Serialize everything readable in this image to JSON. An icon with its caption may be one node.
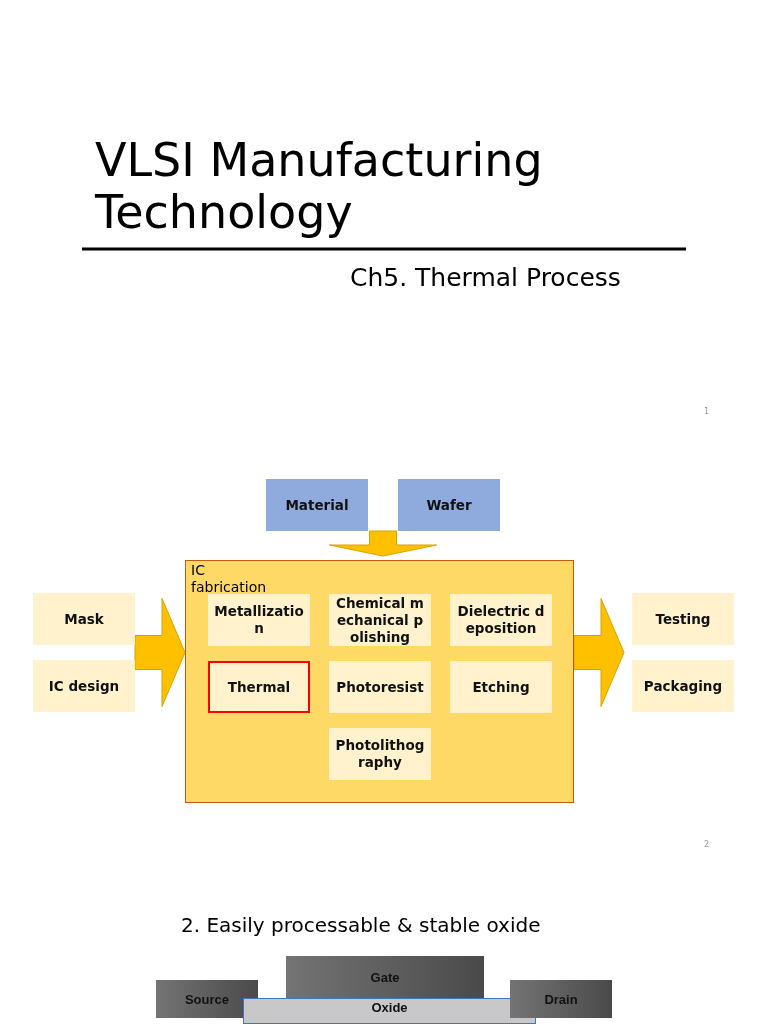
{
  "diagram": {
    "title": "VLSI Manufacturing Technology",
    "nodes": [
      {
        "text": [
          "Material"
        ]
      },
      {
        "text": [
          "Wafer"
        ]
      },
      {
        "text": [
          "IC fabrication"
        ]
      },
      {
        "text": [
          "Metallization"
        ],
        "in": 2
      },
      {
        "text": [
          "Chemical mechanical polishing"
        ],
        "in": 2
      },
      {
        "text": [
          "Dielectric deposition"
        ],
        "in": 2
      },
      {
        "text": [
          "Thermal"
        ],
        "in": 2
      },
      {
        "text": [
          "Photoresist"
        ],
        "in": 2
      },
      {
        "text": [
          "Etching"
        ],
        "in": 2
      },
      {
        "text": [
          "Photolithography"
        ],
        "in": 2
      },
      {
        "text": [
          "Mask"
        ]
      },
      {
        "text": [
          "IC design"
        ]
      },
      {
        "text": [
          "Testing"
        ]
      },
      {
        "text": [
          "Packaging"
        ]
      },
      {
        "text": [
          "Gate"
        ]
      },
      {
        "text": [
          "Source"
        ]
      },
      {
        "text": [
          "Oxide"
        ]
      },
      {
        "text": [
          "Drain"
        ]
      }
    ],
    "edges": [
      {
        "from": 0,
        "to": 2,
        "arrow": "to"
      },
      {
        "from": 1,
        "to": 2,
        "arrow": "to"
      },
      {
        "from": 10,
        "to": 2,
        "arrow": "to"
      },
      {
        "from": 11,
        "to": 2,
        "arrow": "to"
      },
      {
        "from": 2,
        "to": 12,
        "arrow": "to"
      },
      {
        "from": 2,
        "to": 13,
        "arrow": "to"
      }
    ],
    "labels": [
      "Ch5. Thermal Process",
      "1",
      "2",
      "2. Easily processable & stable oxide"
    ]
  }
}
